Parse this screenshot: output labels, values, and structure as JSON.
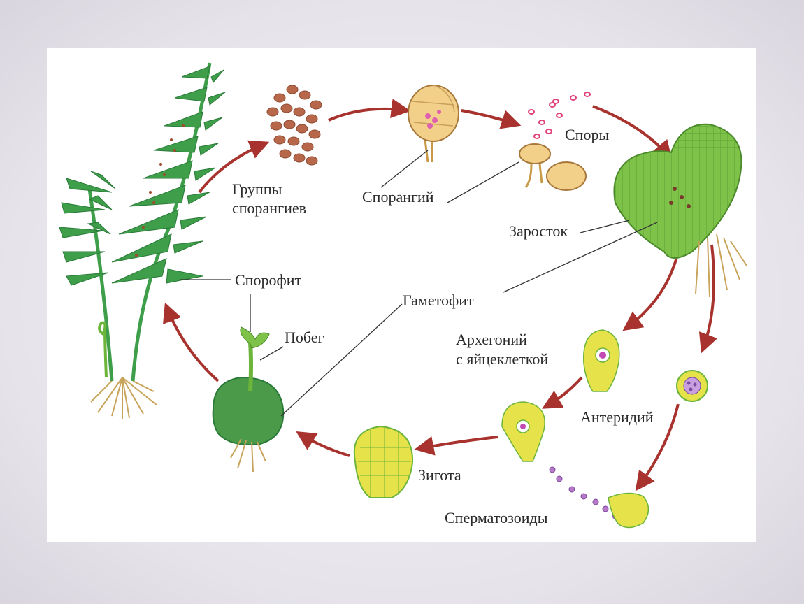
{
  "diagram": {
    "labels": {
      "sporangia_groups_line1": "Группы",
      "sporangia_groups_line2": "спорангиев",
      "sporangium": "Спорангий",
      "spores": "Споры",
      "prothallus": "Заросток",
      "sporophyte": "Спорофит",
      "gametophyte": "Гаметофит",
      "shoot": "Побег",
      "archegonium_line1": "Архегоний",
      "archegonium_line2": "с яйцеклеткой",
      "antheridium": "Антеридий",
      "zygote": "Зигота",
      "spermatozoids": "Сперматозоиды"
    },
    "colors": {
      "arrow": "#a8322d",
      "leaf": "#3e9e4a",
      "leaf_dark": "#2a7a38",
      "prothallus": "#7ec24a",
      "cell_fill": "#e6e24a",
      "cell_border": "#6cb43a",
      "egg": "#c24ab5",
      "sporangia": "#b8684a"
    }
  }
}
